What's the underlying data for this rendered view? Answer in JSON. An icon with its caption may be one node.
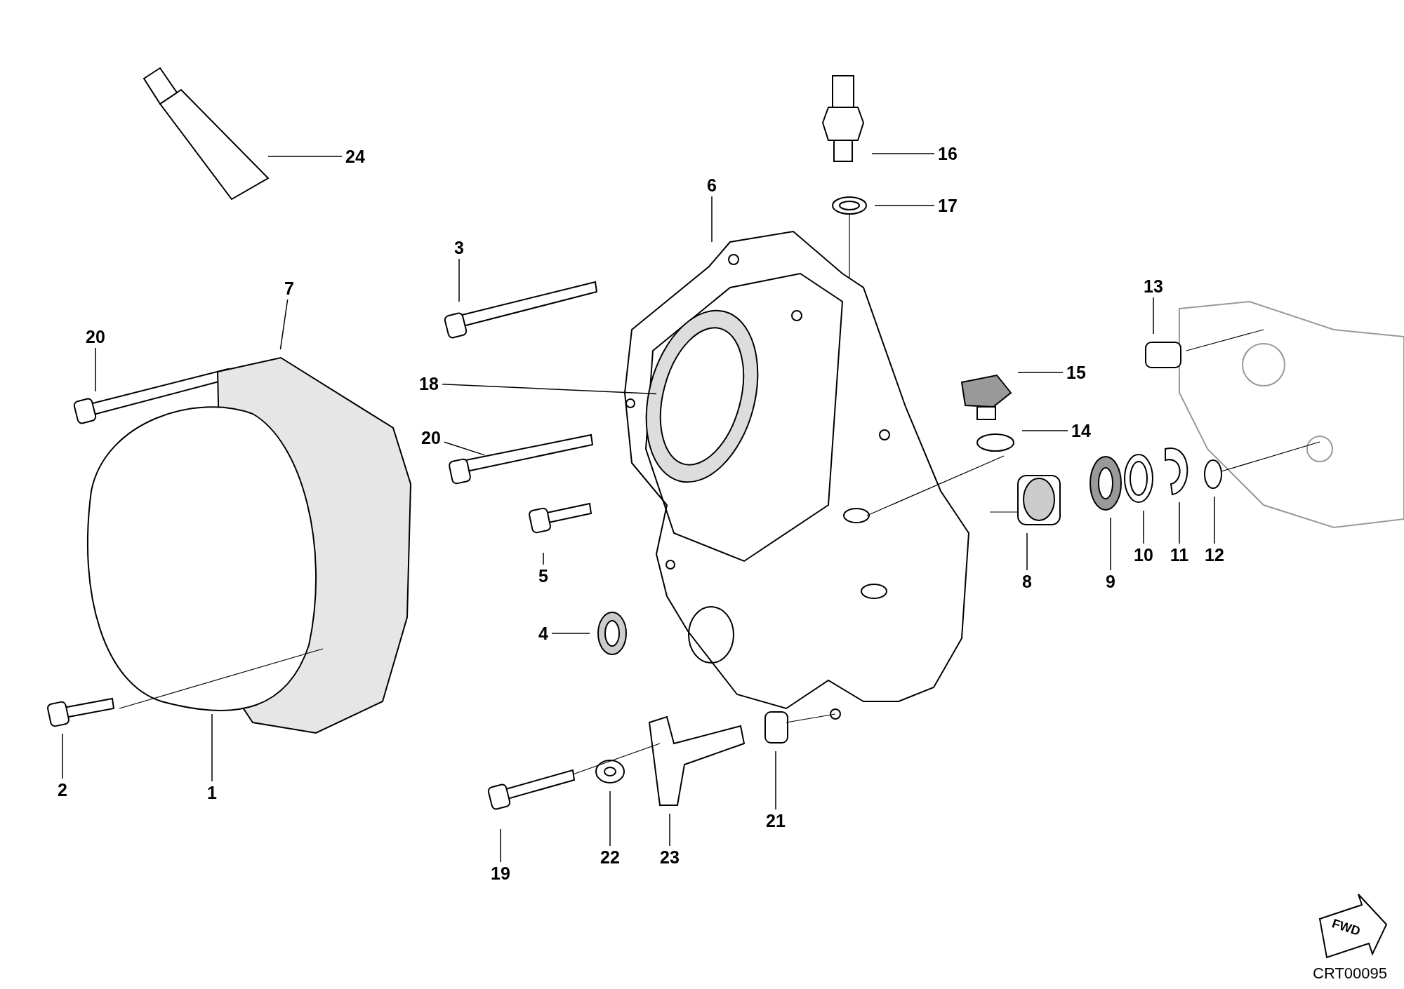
{
  "diagram": {
    "nodes": [
      {
        "text": [
          "24"
        ]
      },
      {
        "text": [
          "16"
        ]
      },
      {
        "text": [
          "6"
        ]
      },
      {
        "text": [
          "17"
        ]
      },
      {
        "text": [
          "3"
        ]
      },
      {
        "text": [
          "7"
        ]
      },
      {
        "text": [
          "13"
        ]
      },
      {
        "text": [
          "20"
        ]
      },
      {
        "text": [
          "15"
        ]
      },
      {
        "text": [
          "18"
        ]
      },
      {
        "text": [
          "20"
        ]
      },
      {
        "text": [
          "14"
        ]
      },
      {
        "text": [
          "5"
        ]
      },
      {
        "text": [
          "8"
        ]
      },
      {
        "text": [
          "9"
        ]
      },
      {
        "text": [
          "10"
        ]
      },
      {
        "text": [
          "11"
        ]
      },
      {
        "text": [
          "12"
        ]
      },
      {
        "text": [
          "4"
        ]
      },
      {
        "text": [
          "2"
        ]
      },
      {
        "text": [
          "1"
        ]
      },
      {
        "text": [
          "21"
        ]
      },
      {
        "text": [
          "22"
        ]
      },
      {
        "text": [
          "23"
        ]
      },
      {
        "text": [
          "19"
        ]
      }
    ],
    "edges": [
      {
        "from": 0,
        "to": null,
        "arrow": "none"
      },
      {
        "from": 1,
        "to": null,
        "arrow": "none"
      },
      {
        "from": 2,
        "to": null,
        "arrow": "none"
      },
      {
        "from": 3,
        "to": null,
        "arrow": "none"
      },
      {
        "from": 4,
        "to": null,
        "arrow": "none"
      },
      {
        "from": 5,
        "to": null,
        "arrow": "none"
      },
      {
        "from": 6,
        "to": null,
        "arrow": "none"
      },
      {
        "from": 7,
        "to": null,
        "arrow": "none"
      },
      {
        "from": 8,
        "to": null,
        "arrow": "none"
      },
      {
        "from": 9,
        "to": null,
        "arrow": "none"
      },
      {
        "from": 10,
        "to": null,
        "arrow": "none"
      },
      {
        "from": 11,
        "to": null,
        "arrow": "none"
      },
      {
        "from": 12,
        "to": null,
        "arrow": "none"
      },
      {
        "from": 13,
        "to": null,
        "arrow": "none"
      },
      {
        "from": 14,
        "to": null,
        "arrow": "none"
      },
      {
        "from": 15,
        "to": null,
        "arrow": "none"
      },
      {
        "from": 16,
        "to": null,
        "arrow": "none"
      },
      {
        "from": 17,
        "to": null,
        "arrow": "none"
      },
      {
        "from": 18,
        "to": null,
        "arrow": "none"
      },
      {
        "from": 19,
        "to": null,
        "arrow": "none"
      },
      {
        "from": 20,
        "to": null,
        "arrow": "none"
      },
      {
        "from": 21,
        "to": null,
        "arrow": "none"
      },
      {
        "from": 22,
        "to": null,
        "arrow": "none"
      },
      {
        "from": 23,
        "to": null,
        "arrow": "none"
      },
      {
        "from": 24,
        "to": null,
        "arrow": "none"
      }
    ],
    "labels": [
      "FWD",
      "CRT00095"
    ]
  }
}
